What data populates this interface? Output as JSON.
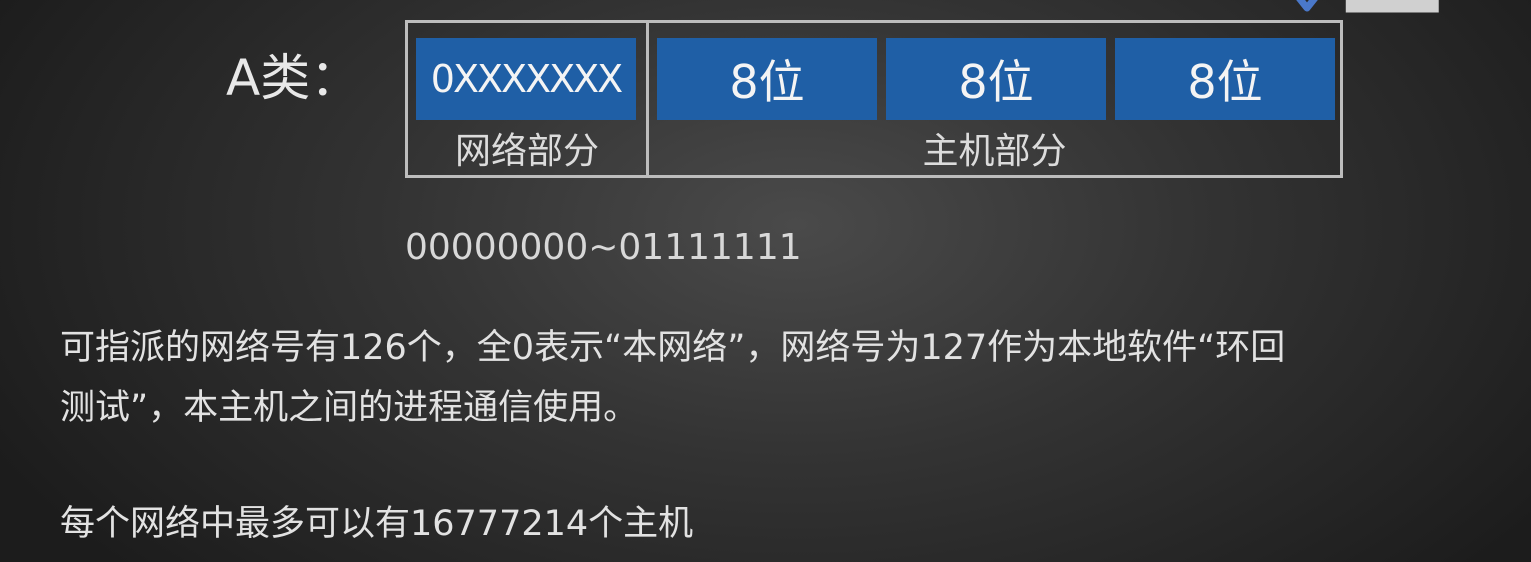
{
  "slide": {
    "class_label": "A类：",
    "network_part_value": "0XXXXXXX",
    "host_octets": [
      "8位",
      "8位",
      "8位"
    ],
    "network_part_label": "网络部分",
    "host_part_label": "主机部分",
    "range": "00000000~01111111",
    "description_lines": [
      "可指派的网络号有126个，全0表示“本网络”，网络号为127作为本地软件“环回",
      "测试”，本主机之间的进程通信使用。"
    ],
    "hosts_per_network": "每个网络中最多可以有16777214个主机"
  },
  "brand": {
    "logo_icon": "shield-logo-icon",
    "accent_color": "#1f5fa6"
  }
}
